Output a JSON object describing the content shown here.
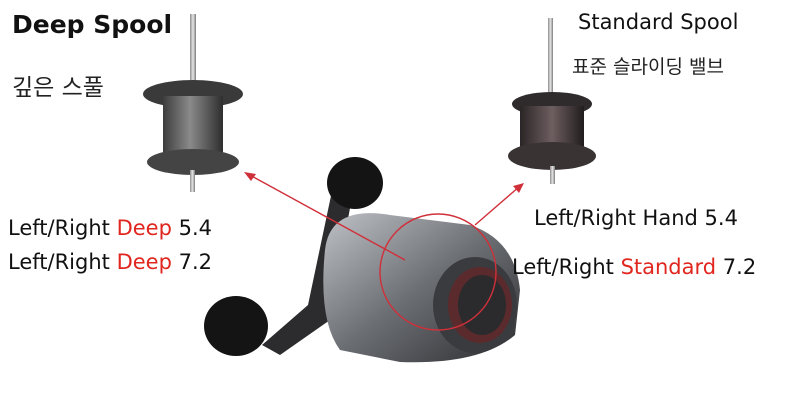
{
  "deep_spool": {
    "title": "Deep Spool",
    "subtitle": "깊은 스풀",
    "spec_lines": [
      {
        "prefix": "Left/Right ",
        "highlight": "Deep",
        "value": " 5.4"
      },
      {
        "prefix": "Left/Right ",
        "highlight": "Deep",
        "value": " 7.2"
      }
    ]
  },
  "standard_spool": {
    "title": "Standard Spool",
    "subtitle": "표준 슬라이딩 밸브",
    "spec_lines": [
      {
        "prefix": "Left/Right Hand 5.4",
        "highlight": "",
        "value": ""
      },
      {
        "prefix": "Left/Right ",
        "highlight": "Standard",
        "value": " 7.2"
      }
    ]
  },
  "colors": {
    "highlight": "#e0261f",
    "arrow": "#d0303a",
    "text": "#111111"
  }
}
